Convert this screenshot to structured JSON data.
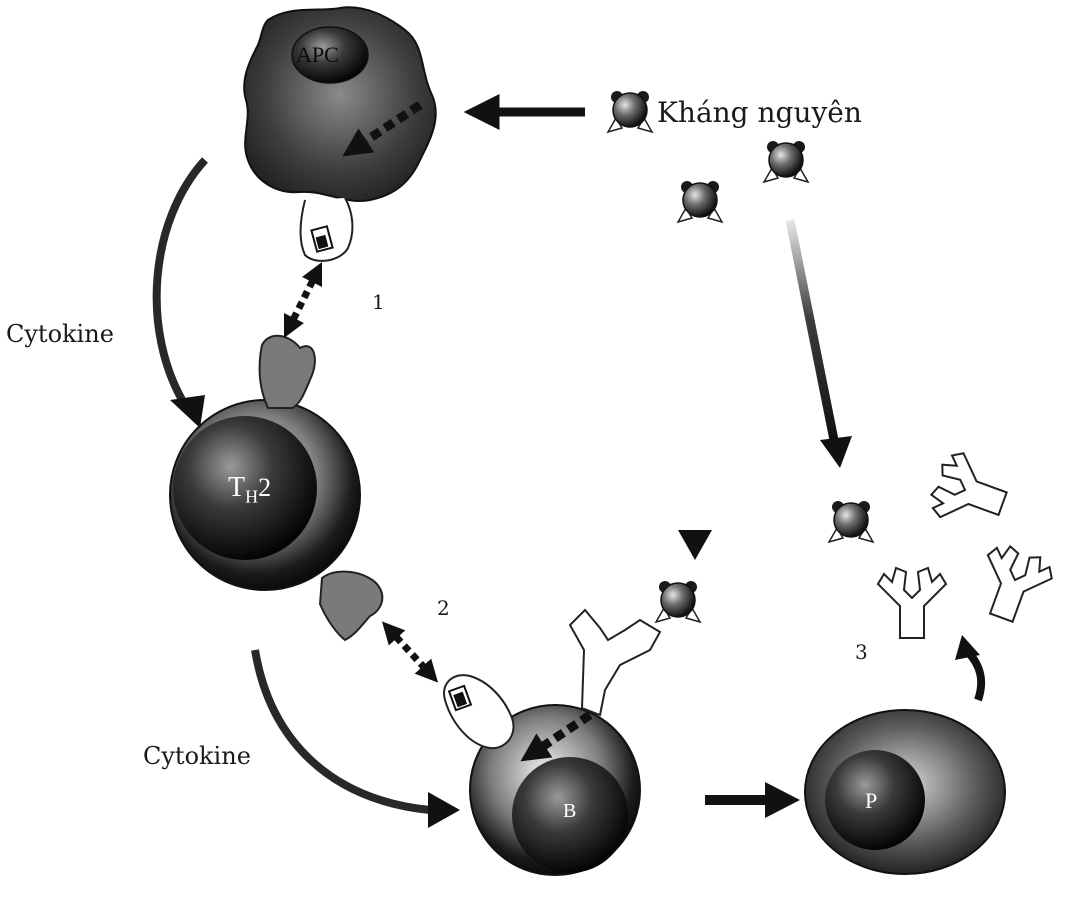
{
  "labels": {
    "antigen": "Kháng nguyên",
    "cytokine_top": "Cytokine",
    "cytokine_bottom": "Cytokine",
    "step1": "1",
    "step2": "2",
    "step3": "3"
  },
  "cells": {
    "apc": "APC",
    "th_main": "T",
    "th_sub": "H",
    "th_num": "2",
    "b": "B",
    "p": "P"
  },
  "colors": {
    "ink": "#1a1a1a",
    "cell_dark": "#111111",
    "cell_mid": "#6a6a6a",
    "receptor_gray": "#7a7a7a",
    "outline": "#222222"
  }
}
